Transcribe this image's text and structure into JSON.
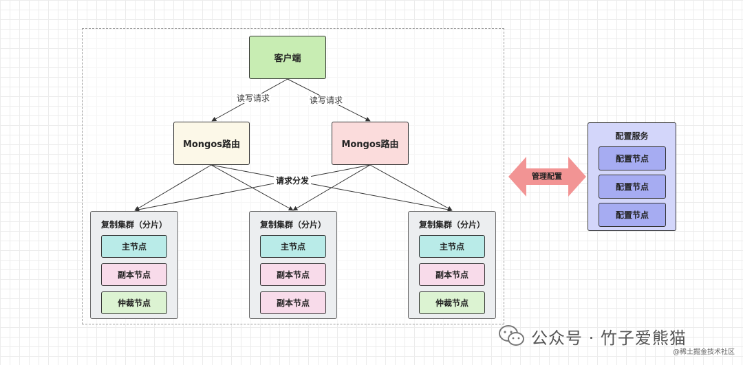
{
  "client": {
    "label": "客户端"
  },
  "request_labels": [
    "读写请求",
    "读写请求"
  ],
  "routers": [
    {
      "label": "Mongos路由",
      "color": "#fcf8e8"
    },
    {
      "label": "Mongos路由",
      "color": "#fbdcdc"
    }
  ],
  "dispatch_label": "请求分发",
  "clusters": [
    {
      "title": "复制集群（分片）",
      "members": [
        "主节点",
        "副本节点",
        "仲裁节点"
      ]
    },
    {
      "title": "复制集群（分片）",
      "members": [
        "主节点",
        "副本节点",
        "副本节点"
      ]
    },
    {
      "title": "复制集群（分片）",
      "members": [
        "主节点",
        "副本节点",
        "仲裁节点"
      ]
    }
  ],
  "management": {
    "label": "管理配置",
    "color": "#f29494"
  },
  "config_service": {
    "title": "配置服务",
    "nodes": [
      "配置节点",
      "配置节点",
      "配置节点"
    ]
  },
  "watermark": {
    "icon": "wechat-icon",
    "text": "公众号 · 竹子爱熊猫"
  },
  "credit": "@稀土掘金技术社区"
}
